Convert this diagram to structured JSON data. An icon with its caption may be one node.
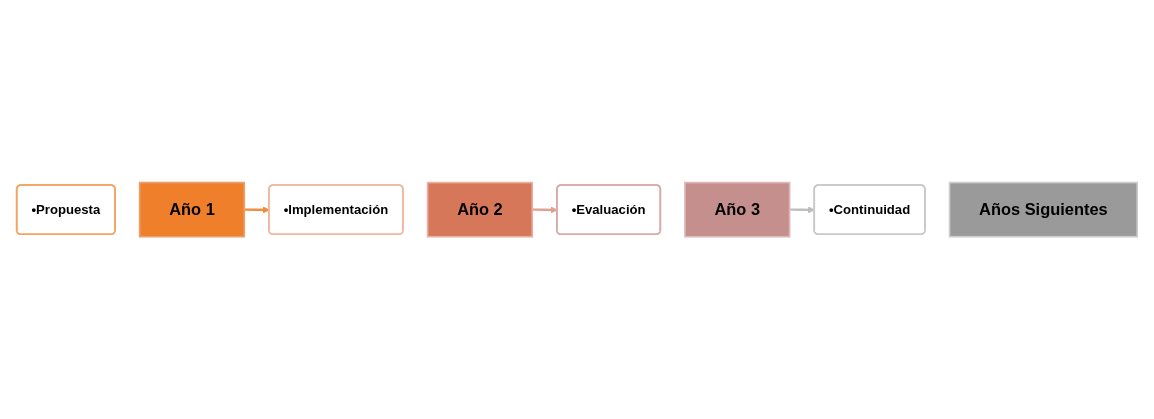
{
  "diagram": {
    "nodes": [
      {
        "text": [
          "•Propuesta"
        ]
      },
      {
        "text": [
          "Año 1"
        ]
      },
      {
        "text": [
          "•Implementación"
        ]
      },
      {
        "text": [
          "Año 2"
        ]
      },
      {
        "text": [
          "•Evaluación"
        ]
      },
      {
        "text": [
          "Año 3"
        ]
      },
      {
        "text": [
          "•Continuidad"
        ]
      },
      {
        "text": [
          "Años Siguientes"
        ]
      }
    ],
    "edges": [
      {
        "from": 1,
        "to": 2,
        "arrow": "to",
        "color": "#f08c3c"
      },
      {
        "from": 3,
        "to": 4,
        "arrow": "to",
        "color": "#e0a090"
      },
      {
        "from": 5,
        "to": 6,
        "arrow": "to",
        "color": "#bdbdbd"
      }
    ]
  }
}
